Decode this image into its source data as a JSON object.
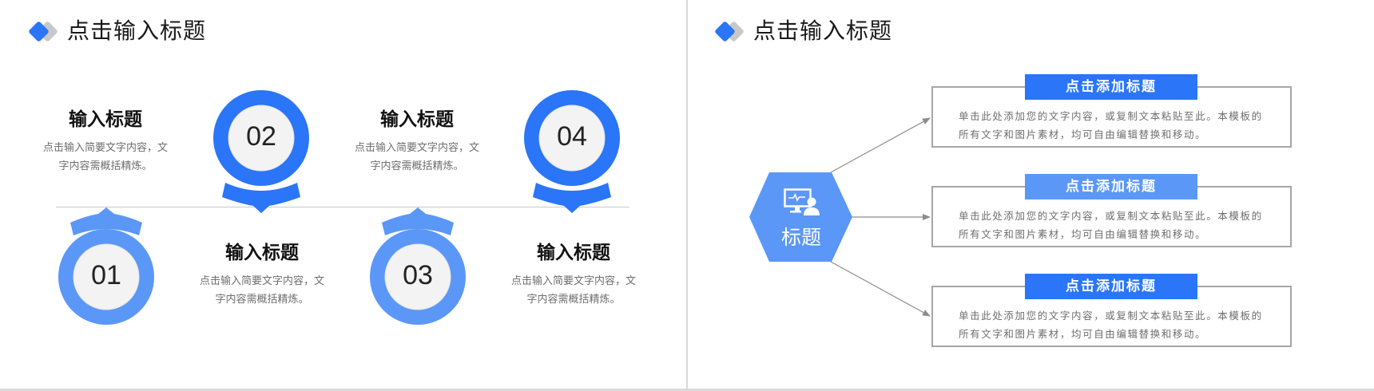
{
  "colors": {
    "primary_blue": "#2a75f8",
    "light_blue": "#5b97f7",
    "logo_gray": "#c8c8c8",
    "border_gray": "#a6a6a6",
    "text_dark": "#111111",
    "text_muted": "#6e6e6e"
  },
  "slides": [
    {
      "title": "点击输入标题",
      "logo_icon": "double-diamond-icon",
      "timeline": {
        "items": [
          {
            "number": "01",
            "color": "#5b97f7",
            "position": "below",
            "heading": "输入标题",
            "desc_line1": "点击输入简要文字内容，文",
            "desc_line2": "字内容需概括精炼。"
          },
          {
            "number": "02",
            "color": "#2a75f8",
            "position": "above",
            "heading": "输入标题",
            "desc_line1": "点击输入简要文字内容，文",
            "desc_line2": "字内容需概括精炼。"
          },
          {
            "number": "03",
            "color": "#5b97f7",
            "position": "below",
            "heading": "输入标题",
            "desc_line1": "点击输入简要文字内容，文",
            "desc_line2": "字内容需概括精炼。"
          },
          {
            "number": "04",
            "color": "#2a75f8",
            "position": "above",
            "heading": "输入标题",
            "desc_line1": "点击输入简要文字内容，文",
            "desc_line2": "字内容需概括精炼。"
          }
        ]
      }
    },
    {
      "title": "点击输入标题",
      "logo_icon": "double-diamond-icon",
      "hub": {
        "label": "标题",
        "icon": "monitor-presenter-icon",
        "color": "#5b97f7"
      },
      "cards": [
        {
          "label": "点击添加标题",
          "label_color": "#2a75f8",
          "body_line1": "单击此处添加您的文字内容，或复制文本粘贴至此。本模板的",
          "body_line2": "所有文字和图片素材，均可自由编辑替换和移动。"
        },
        {
          "label": "点击添加标题",
          "label_color": "#5b97f7",
          "body_line1": "单击此处添加您的文字内容，或复制文本粘贴至此。本模板的",
          "body_line2": "所有文字和图片素材，均可自由编辑替换和移动。"
        },
        {
          "label": "点击添加标题",
          "label_color": "#2a75f8",
          "body_line1": "单击此处添加您的文字内容，或复制文本粘贴至此。本模板的",
          "body_line2": "所有文字和图片素材，均可自由编辑替换和移动。"
        }
      ]
    }
  ]
}
